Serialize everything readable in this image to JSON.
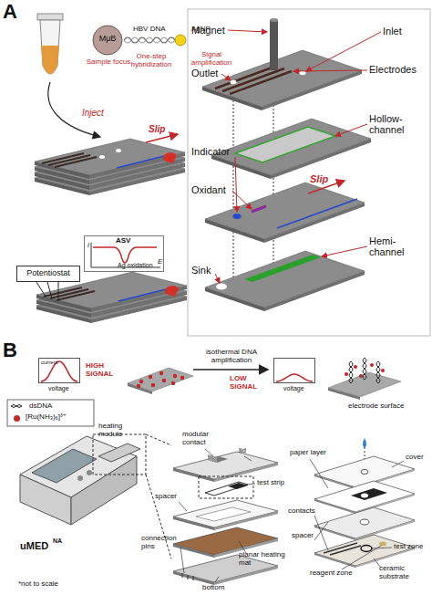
{
  "diagram": {
    "nodes": [
      {
        "text": [
          "MμB"
        ]
      },
      {
        "text": [
          "i",
          "ASV",
          "Ag oxidation",
          "E"
        ]
      },
      {
        "text": [
          "Potentiostat"
        ]
      },
      {
        "text": [
          "current",
          "voltage"
        ]
      },
      {
        "text": [
          "voltage"
        ]
      }
    ],
    "labels": [
      "A",
      "Sample focus",
      "HBV DNA",
      "One-step hybridization",
      "AgNP",
      "Signal amplification",
      "Inject",
      "Slip",
      "Magnet",
      "Inlet",
      "Outlet",
      "Electrodes",
      "Hollow-channel",
      "Indicator",
      "Oxidant",
      "Slip",
      "Hemi-channel",
      "Sink",
      "B",
      "HIGH SIGNAL",
      "isothermal DNA amplification",
      "LOW SIGNAL",
      "electrode surface",
      "heating module",
      "uMED",
      "NA",
      "*not to scale",
      "modular contact",
      "lid",
      "spacer",
      "test strip",
      "connection pins",
      "bottom",
      "planar heating mat",
      "paper layer",
      "cover",
      "contacts",
      "spacer",
      "test zone",
      "reagent zone",
      "ceramic substrate"
    ],
    "legend": [
      {
        "text": "dsDNA"
      },
      {
        "text": "[Ru(NH₃)₆]³⁺",
        "color": "#c0282a"
      }
    ]
  }
}
